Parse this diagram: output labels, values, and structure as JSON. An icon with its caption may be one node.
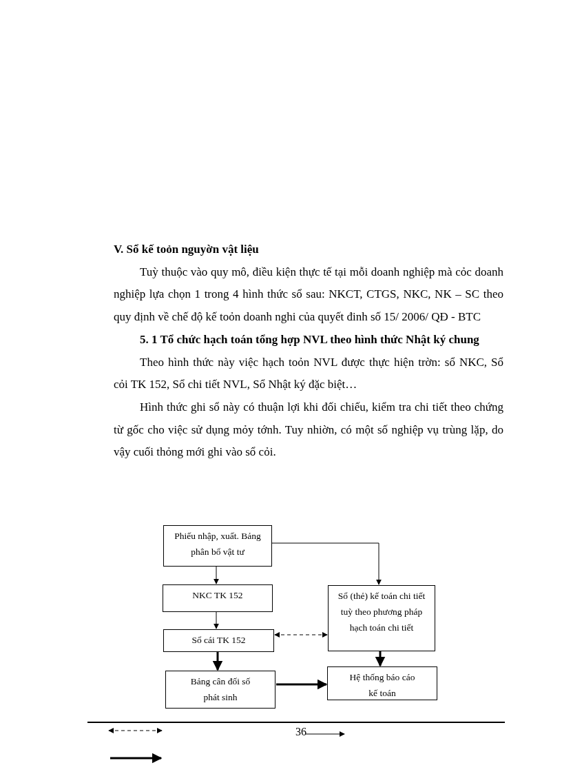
{
  "diagram": {
    "title": "V. Sổ kế toỏn nguyờn vật liệu",
    "nodes": [
      {
        "text": [
          "Phiếu nhập, xuất. Bảng phân bổ vật tư"
        ]
      },
      {
        "text": [
          "NKC TK 152"
        ]
      },
      {
        "text": [
          "Sổ cái TK 152"
        ]
      },
      {
        "text": [
          "Sổ (thẻ) kế toán chi tiết tuỳ theo phương pháp hạch toán chi tiết"
        ]
      },
      {
        "text": [
          "Bảng cân đối số phát sinh"
        ]
      },
      {
        "text": [
          "Hệ thống báo cáo kế toán"
        ]
      }
    ],
    "edges": [
      {
        "from": 0,
        "to": 1,
        "arrow": "to"
      },
      {
        "from": 0,
        "to": 3,
        "arrow": "to"
      },
      {
        "from": 1,
        "to": 2,
        "arrow": "to"
      },
      {
        "from": 2,
        "to": 3,
        "arrow": "both",
        "style": "dashed"
      },
      {
        "from": 2,
        "to": 4,
        "arrow": "to",
        "style": "thick"
      },
      {
        "from": 3,
        "to": 5,
        "arrow": "to",
        "style": "thick"
      },
      {
        "from": 4,
        "to": 5,
        "arrow": "to",
        "style": "thick"
      }
    ],
    "labels": [
      "Tuỳ thuộc vào quy mô, điều kiện thực tế tại mỗi doanh nghiệp mà cỏc doanh nghiệp lựa chọn 1 trong 4 hình thức sổ sau: NKCT, CTGS, NKC, NK – SC theo quy định về chế độ kế toỏn doanh nghi của quyết đinh số 15/ 2006/ QĐ - BTC",
      "5. 1 Tổ chức hạch toán tổng hợp NVL theo hình thức Nhật ký chung",
      "Theo hình thức này việc hạch toỏn NVL được thực hiện trờn: sổ NKC, Sổ cỏi TK 152, Sổ chi tiết NVL, Sổ Nhật ký đặc biệt…",
      "Hình thức ghi sổ này có thuận lợi khi đối chiếu, kiểm tra chi tiết theo chứng từ gốc cho việc sử dụng mỏy tớnh. Tuy nhiờn, có một số nghiệp vụ trùng lặp, do vậy cuối thỏng mới ghi vào sổ cỏi.",
      "36"
    ]
  }
}
